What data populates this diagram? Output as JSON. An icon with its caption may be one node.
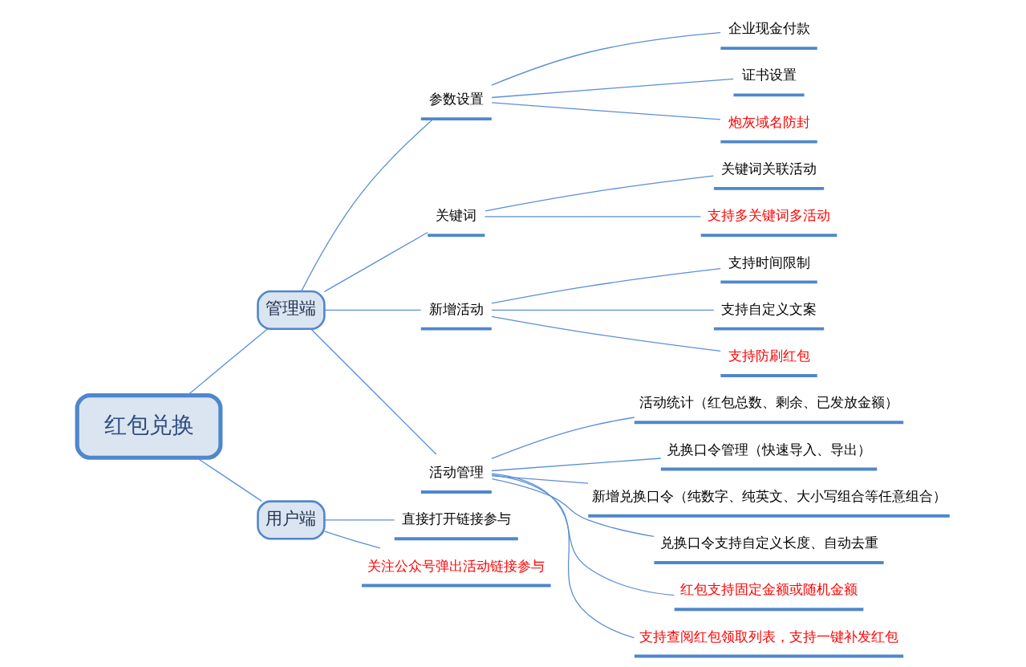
{
  "diagram": {
    "nodes": [
      {
        "text": [
          "红包兑换"
        ]
      },
      {
        "text": [
          "管理端"
        ]
      },
      {
        "text": [
          "参数设置"
        ]
      },
      {
        "text": [
          "企业现金付款"
        ]
      },
      {
        "text": [
          "证书设置"
        ]
      },
      {
        "text": [
          "炮灰域名防封"
        ]
      },
      {
        "text": [
          "关键词"
        ]
      },
      {
        "text": [
          "关键词关联活动"
        ]
      },
      {
        "text": [
          "支持多关键词多活动"
        ]
      },
      {
        "text": [
          "新增活动"
        ]
      },
      {
        "text": [
          "支持时间限制"
        ]
      },
      {
        "text": [
          "支持自定义文案"
        ]
      },
      {
        "text": [
          "支持防刷红包"
        ]
      },
      {
        "text": [
          "活动管理"
        ]
      },
      {
        "text": [
          "活动统计（红包总数、剩余、已发放金额）"
        ]
      },
      {
        "text": [
          "兑换口令管理（快速导入、导出）"
        ]
      },
      {
        "text": [
          "新增兑换口令（纯数字、纯英文、大小写组合等任意组合）"
        ]
      },
      {
        "text": [
          "兑换口令支持自定义长度、自动去重"
        ]
      },
      {
        "text": [
          "红包支持固定金额或随机金额"
        ]
      },
      {
        "text": [
          "支持查阅红包领取列表，支持一键补发红包"
        ]
      },
      {
        "text": [
          "用户端"
        ]
      },
      {
        "text": [
          "直接打开链接参与"
        ]
      },
      {
        "text": [
          "关注公众号弹出活动链接参与"
        ]
      }
    ],
    "edges": [
      {
        "from": 0,
        "to": 1,
        "arrow": "none"
      },
      {
        "from": 1,
        "to": 2,
        "arrow": "none"
      },
      {
        "from": 2,
        "to": 3,
        "arrow": "none"
      },
      {
        "from": 2,
        "to": 4,
        "arrow": "none"
      },
      {
        "from": 2,
        "to": 5,
        "arrow": "none"
      },
      {
        "from": 1,
        "to": 6,
        "arrow": "none"
      },
      {
        "from": 6,
        "to": 7,
        "arrow": "none"
      },
      {
        "from": 6,
        "to": 8,
        "arrow": "none"
      },
      {
        "from": 1,
        "to": 9,
        "arrow": "none"
      },
      {
        "from": 9,
        "to": 10,
        "arrow": "none"
      },
      {
        "from": 9,
        "to": 11,
        "arrow": "none"
      },
      {
        "from": 9,
        "to": 12,
        "arrow": "none"
      },
      {
        "from": 1,
        "to": 13,
        "arrow": "none"
      },
      {
        "from": 13,
        "to": 14,
        "arrow": "none"
      },
      {
        "from": 13,
        "to": 15,
        "arrow": "none"
      },
      {
        "from": 13,
        "to": 16,
        "arrow": "none"
      },
      {
        "from": 13,
        "to": 17,
        "arrow": "none"
      },
      {
        "from": 13,
        "to": 18,
        "arrow": "none"
      },
      {
        "from": 13,
        "to": 19,
        "arrow": "none"
      },
      {
        "from": 0,
        "to": 20,
        "arrow": "none"
      },
      {
        "from": 20,
        "to": 21,
        "arrow": "none"
      },
      {
        "from": 20,
        "to": 22,
        "arrow": "none"
      }
    ]
  }
}
